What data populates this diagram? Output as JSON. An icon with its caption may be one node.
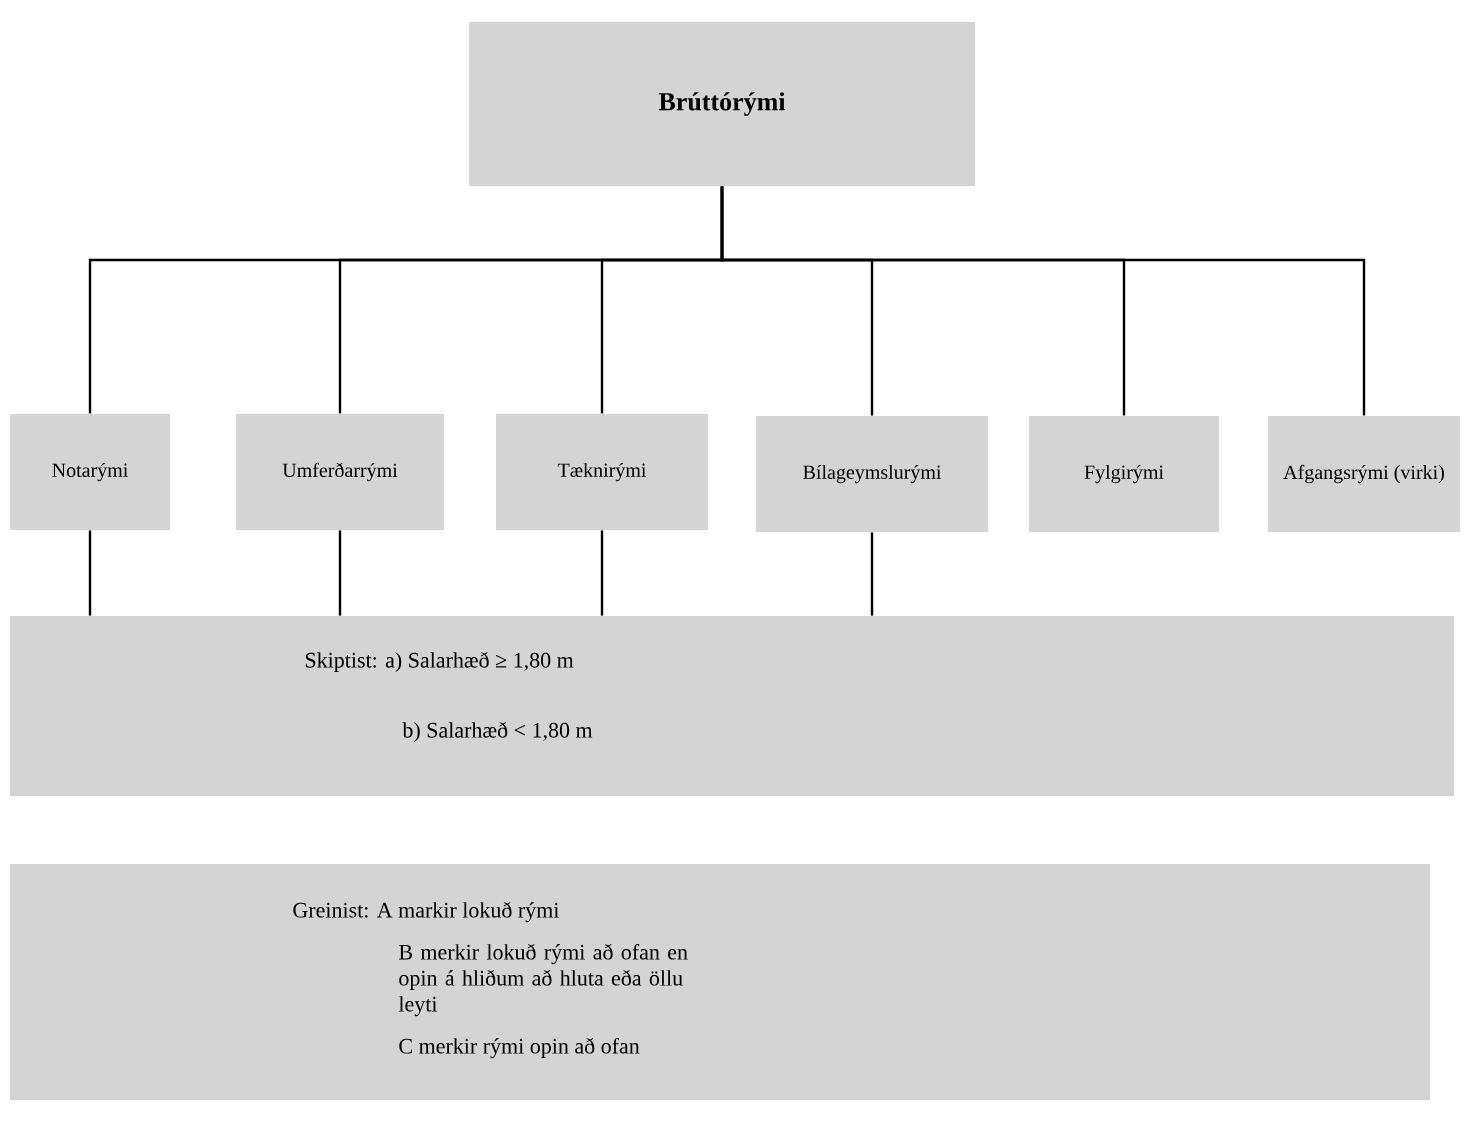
{
  "diagram": {
    "nodes": [
      {
        "text": [
          "Brúttórými"
        ]
      },
      {
        "text": [
          "Notarými"
        ]
      },
      {
        "text": [
          "Umferðarrými"
        ]
      },
      {
        "text": [
          "Tæknirými"
        ]
      },
      {
        "text": [
          "Bílageymslurými"
        ]
      },
      {
        "text": [
          "Fylgirými"
        ]
      },
      {
        "text": [
          "Afgangsrými (virki)"
        ]
      },
      {
        "text": [
          "Skiptist: a) Salarhæð ≥ 1,80 m",
          "b) Salarhæð < 1,80 m"
        ]
      },
      {
        "text": [
          "Greinist: A markir lokuð rými",
          "B merkir lokuð rými að ofan en opin á hliðum að hluta eða öllu leyti",
          "C merkir rými opin að ofan"
        ]
      }
    ],
    "edges": [
      {
        "from": 0,
        "to": 1,
        "arrow": "none"
      },
      {
        "from": 0,
        "to": 2,
        "arrow": "none"
      },
      {
        "from": 0,
        "to": 3,
        "arrow": "none"
      },
      {
        "from": 0,
        "to": 4,
        "arrow": "none"
      },
      {
        "from": 0,
        "to": 5,
        "arrow": "none"
      },
      {
        "from": 0,
        "to": 6,
        "arrow": "none"
      },
      {
        "from": 1,
        "to": 7,
        "arrow": "none"
      },
      {
        "from": 2,
        "to": 7,
        "arrow": "none"
      },
      {
        "from": 3,
        "to": 7,
        "arrow": "none"
      },
      {
        "from": 4,
        "to": 7,
        "arrow": "none"
      }
    ]
  }
}
